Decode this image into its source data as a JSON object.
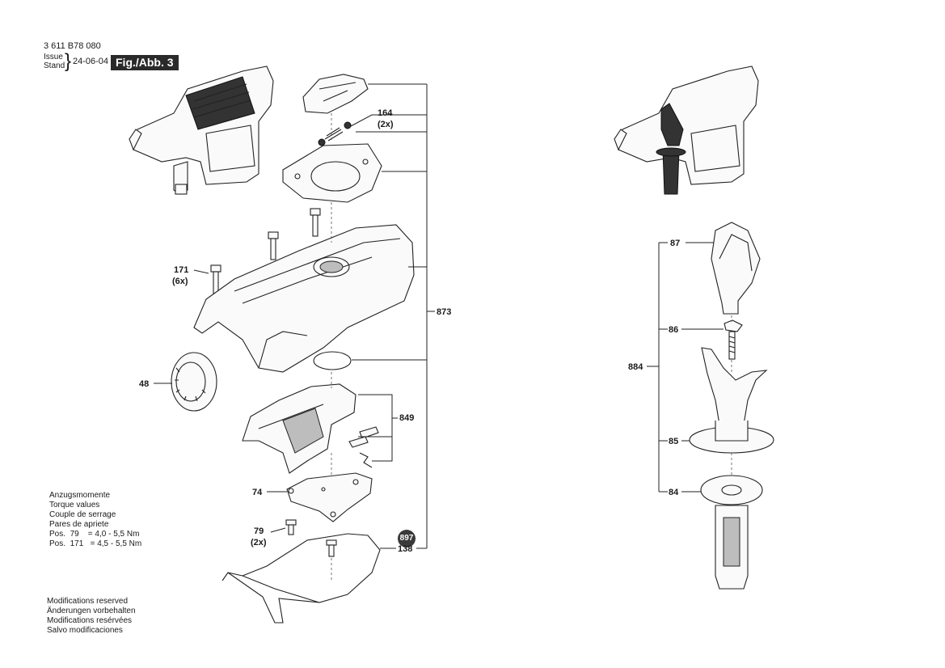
{
  "header": {
    "doc_number": "3 611 B78 080",
    "issue_label_1": "Issue",
    "issue_label_2": "Stand",
    "date": "24-06-04",
    "figure": "Fig./Abb. 3"
  },
  "callouts_left": {
    "c164": "164",
    "c164_qty": "(2x)",
    "c171": "171",
    "c171_qty": "(6x)",
    "c873": "873",
    "c48": "48",
    "c849": "849",
    "c74": "74",
    "c79": "79",
    "c79_qty": "(2x)",
    "c897": "897",
    "c138": "138"
  },
  "callouts_right": {
    "c87": "87",
    "c86": "86",
    "c884": "884",
    "c85": "85",
    "c84": "84"
  },
  "torque_notes": {
    "lines": [
      "Anzugsmomente",
      "Torque values",
      "Couple de serrage",
      "Pares de apriete"
    ],
    "pos79": "Pos.  79    = 4,0 - 5,5 Nm",
    "pos171": "Pos.  171   = 4,5 - 5,5 Nm"
  },
  "modifications": {
    "lines": [
      "Modifications reserved",
      "Änderungen vorbehalten",
      "Modifications resérvées",
      "Salvo modificaciones"
    ]
  }
}
